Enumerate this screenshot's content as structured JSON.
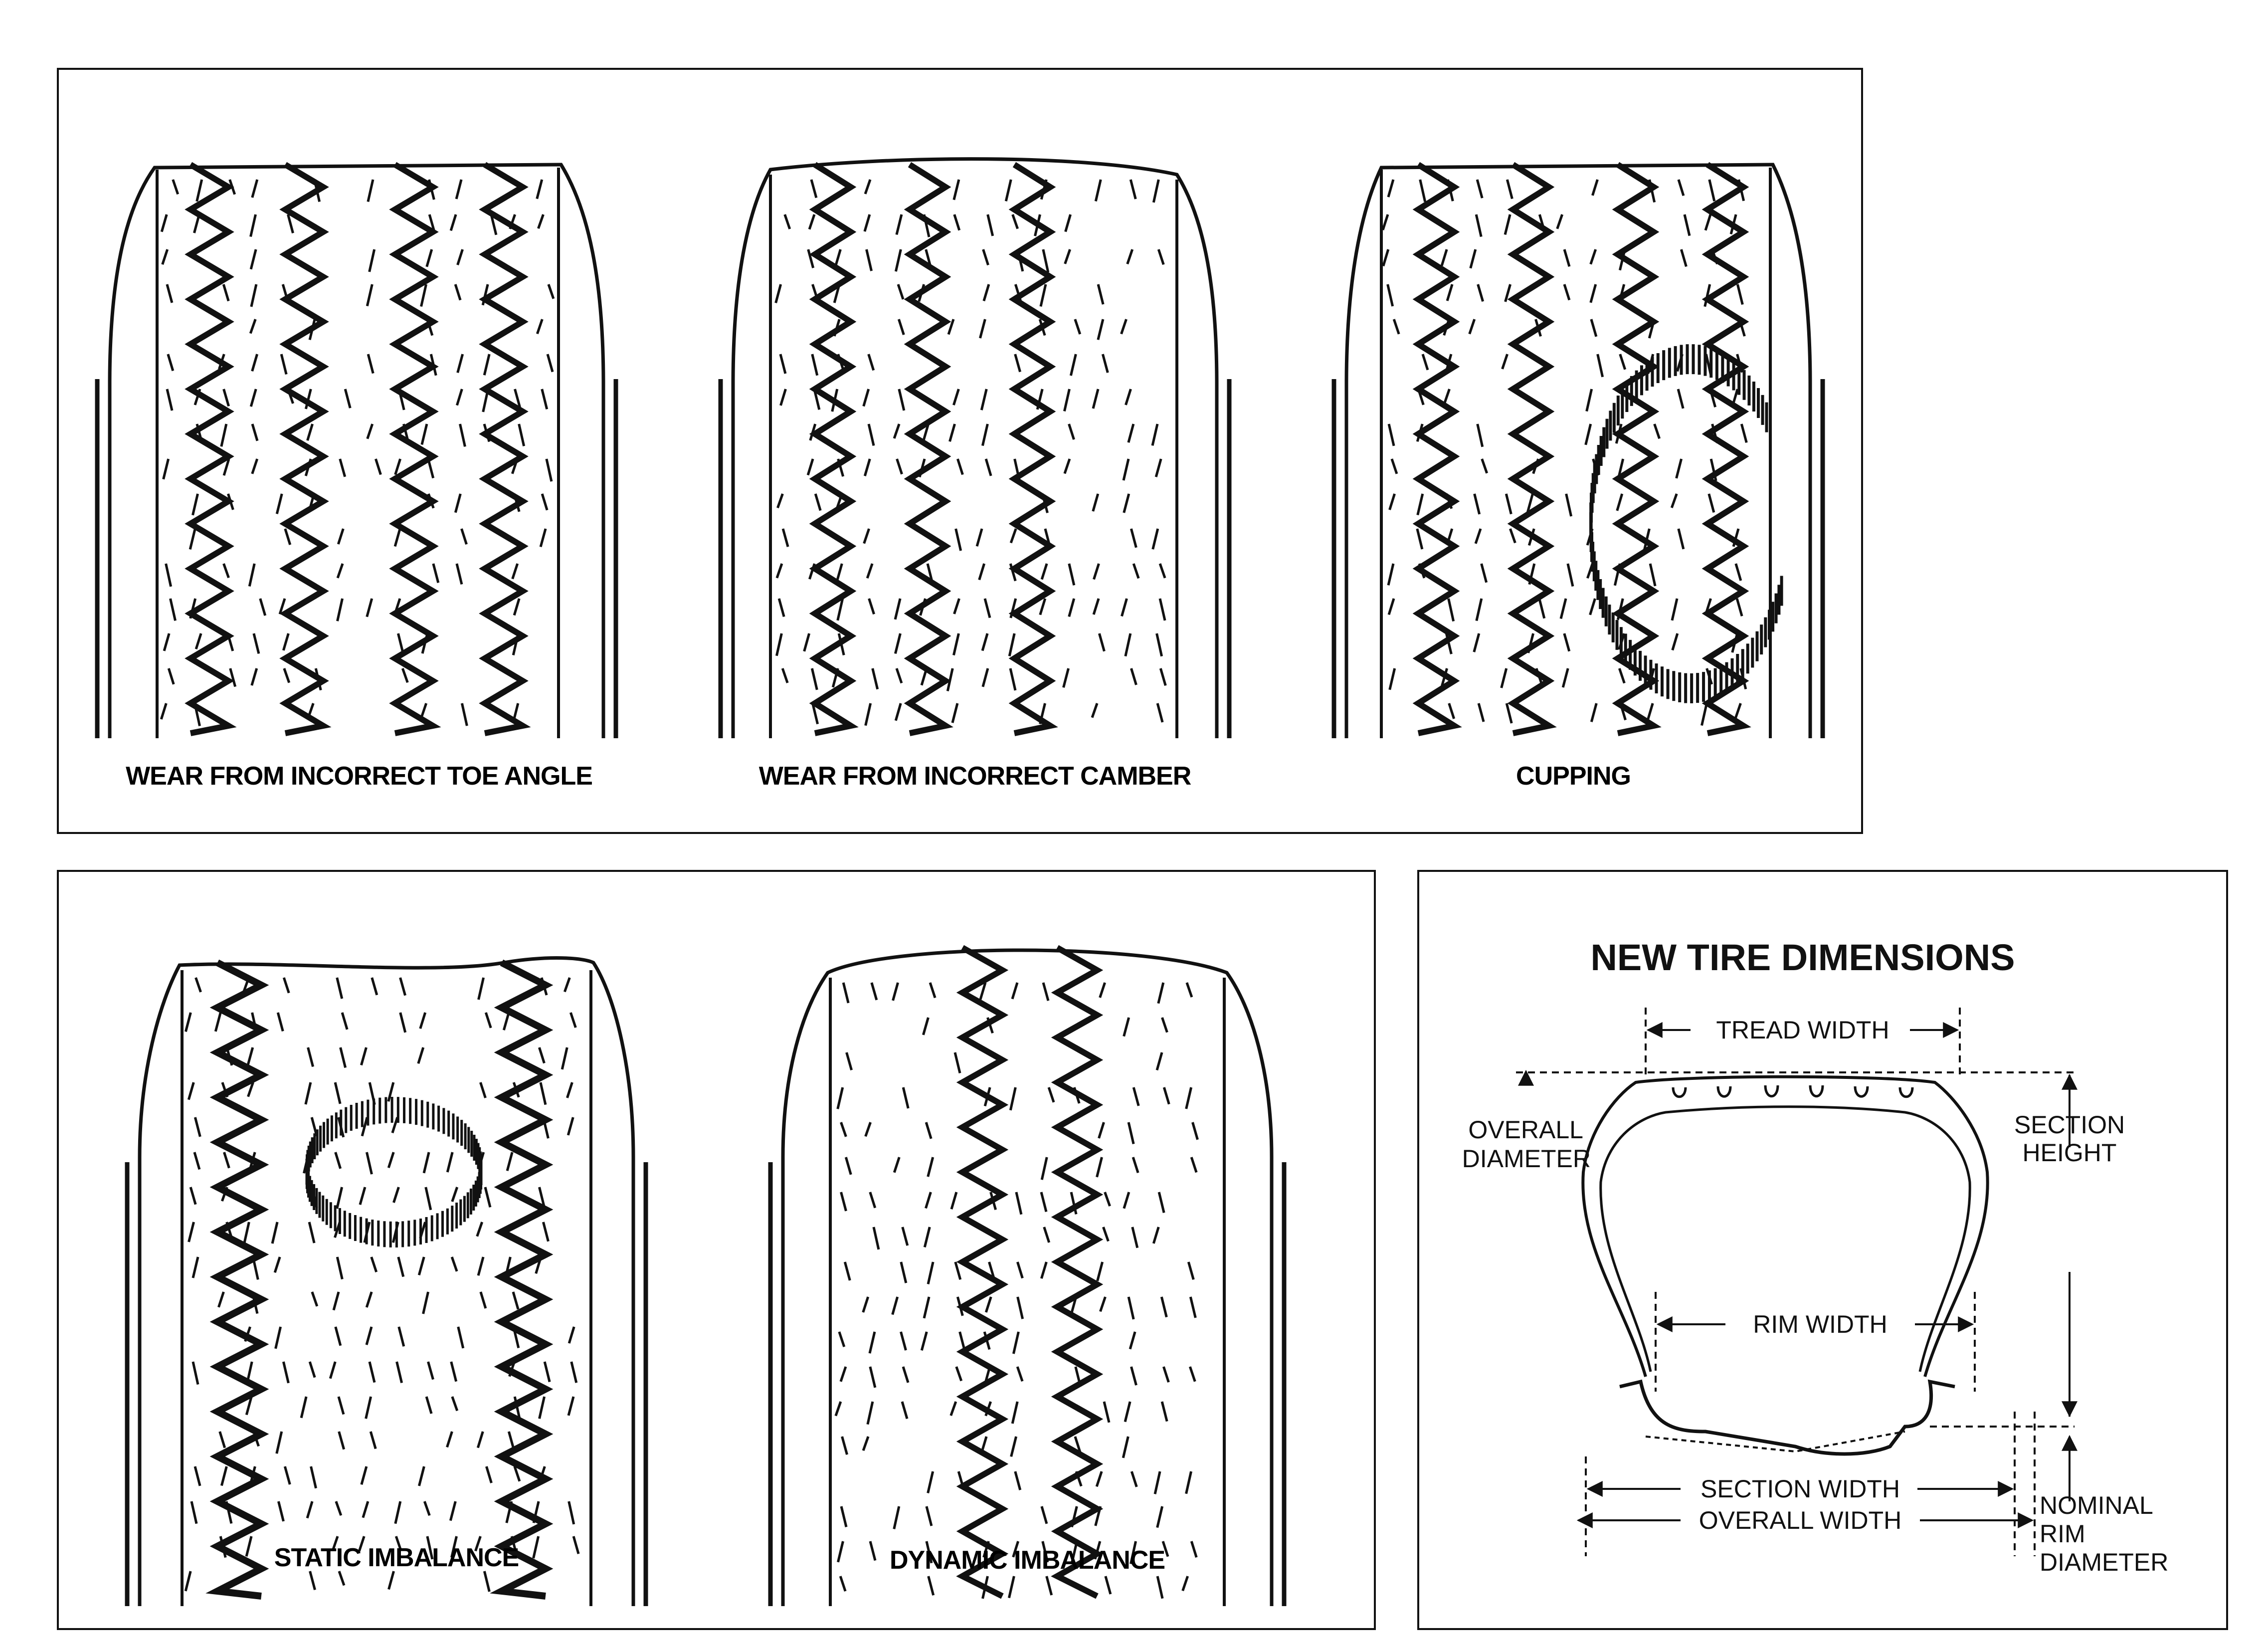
{
  "panels": {
    "wear_patterns_top": {
      "captions": [
        "WEAR FROM INCORRECT TOE ANGLE",
        "WEAR FROM INCORRECT CAMBER",
        "CUPPING"
      ]
    },
    "wear_patterns_bottom": {
      "captions": [
        "STATIC IMBALANCE",
        "DYNAMIC IMBALANCE"
      ]
    },
    "dimensions": {
      "title": "NEW TIRE DIMENSIONS",
      "labels": {
        "tread_width": "TREAD WIDTH",
        "overall_diameter_1": "OVERALL",
        "overall_diameter_2": "DIAMETER",
        "section_height_1": "SECTION",
        "section_height_2": "HEIGHT",
        "rim_width": "RIM WIDTH",
        "section_width": "SECTION WIDTH",
        "overall_width": "OVERALL WIDTH",
        "nominal_rim_diameter_1": "NOMINAL",
        "nominal_rim_diameter_2": "RIM",
        "nominal_rim_diameter_3": "DIAMETER"
      }
    }
  }
}
